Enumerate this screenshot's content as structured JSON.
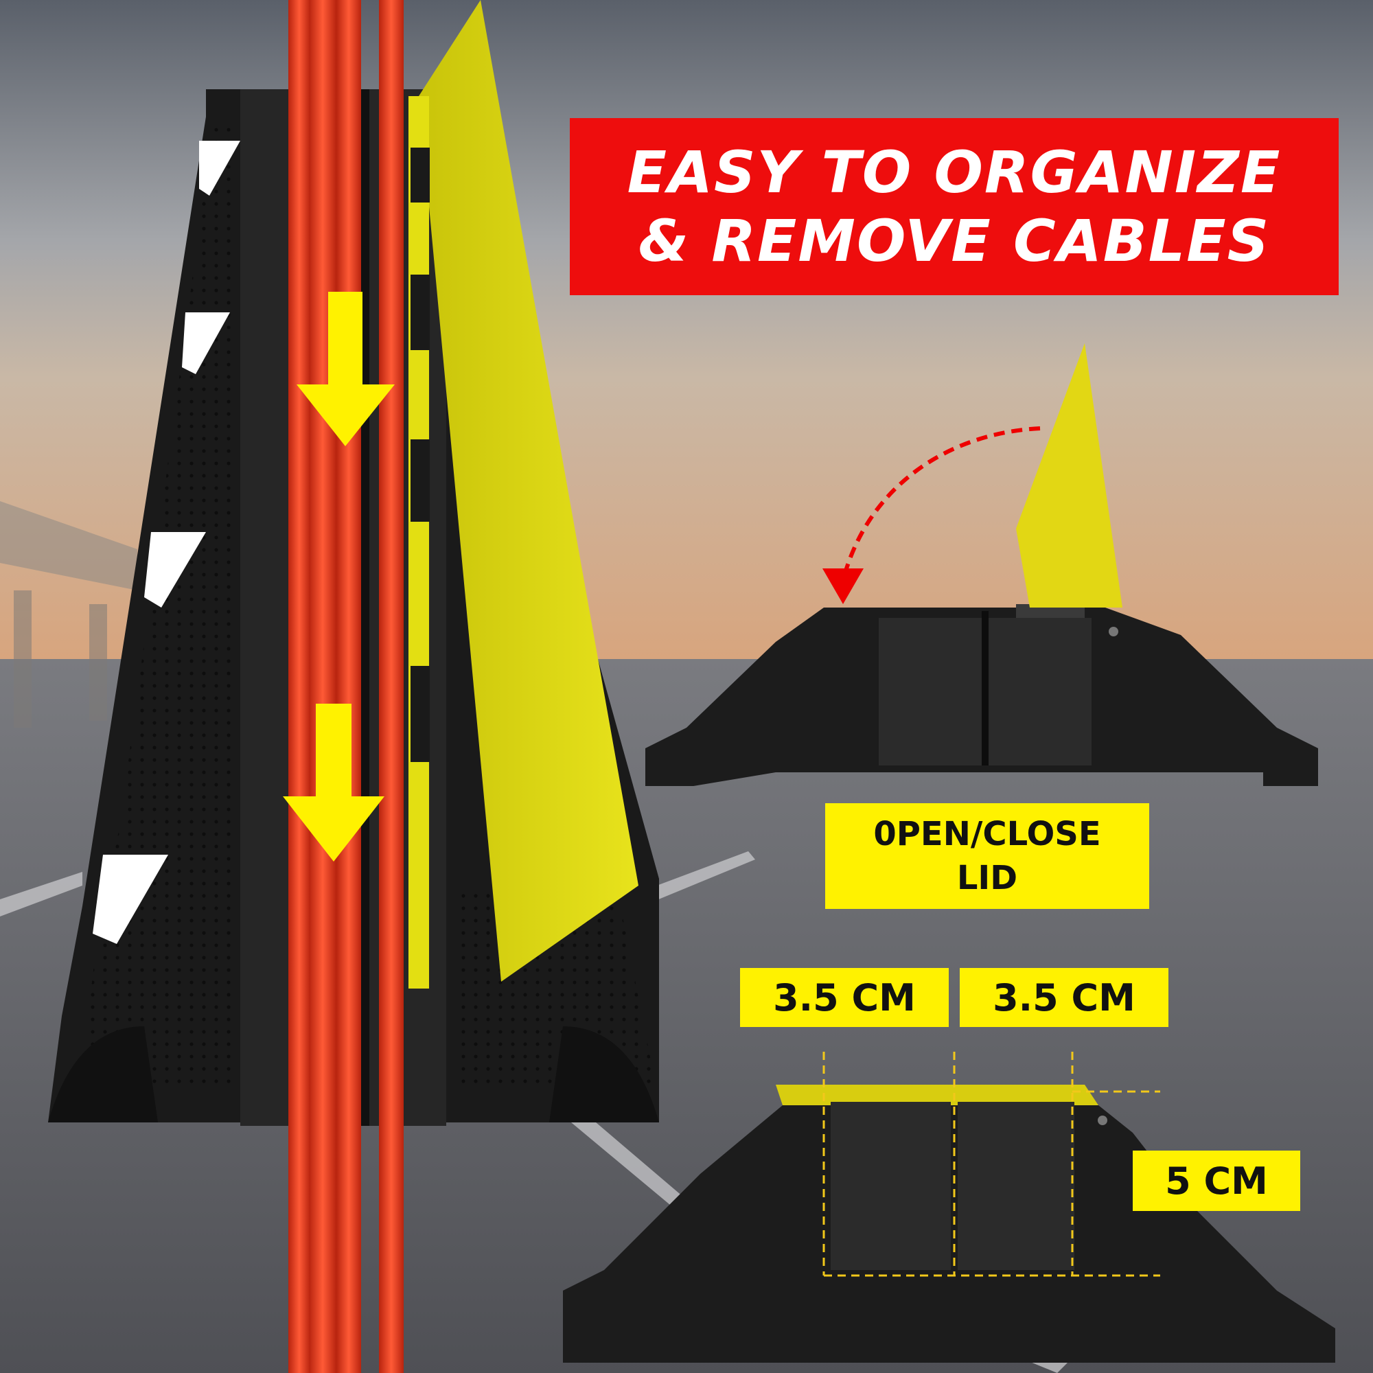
{
  "headline": {
    "line1": "EASY TO ORGANIZE",
    "line2": "& REMOVE CABLES"
  },
  "labels": {
    "lid_line1": "0PEN/CLOSE",
    "lid_line2": "LID",
    "channel_width_left": "3.5 CM",
    "channel_width_right": "3.5 CM",
    "height": "5 CM"
  },
  "colors": {
    "banner_red": "#ee0d0d",
    "label_yellow": "#fff200",
    "ramp_black": "#1a1a1a",
    "lid_yellow": "#e3df12",
    "cable_red": "#e8361c"
  },
  "icons": [
    "down-arrow-icon",
    "curved-dashed-arrow-icon",
    "chevron-arrow-icon"
  ]
}
